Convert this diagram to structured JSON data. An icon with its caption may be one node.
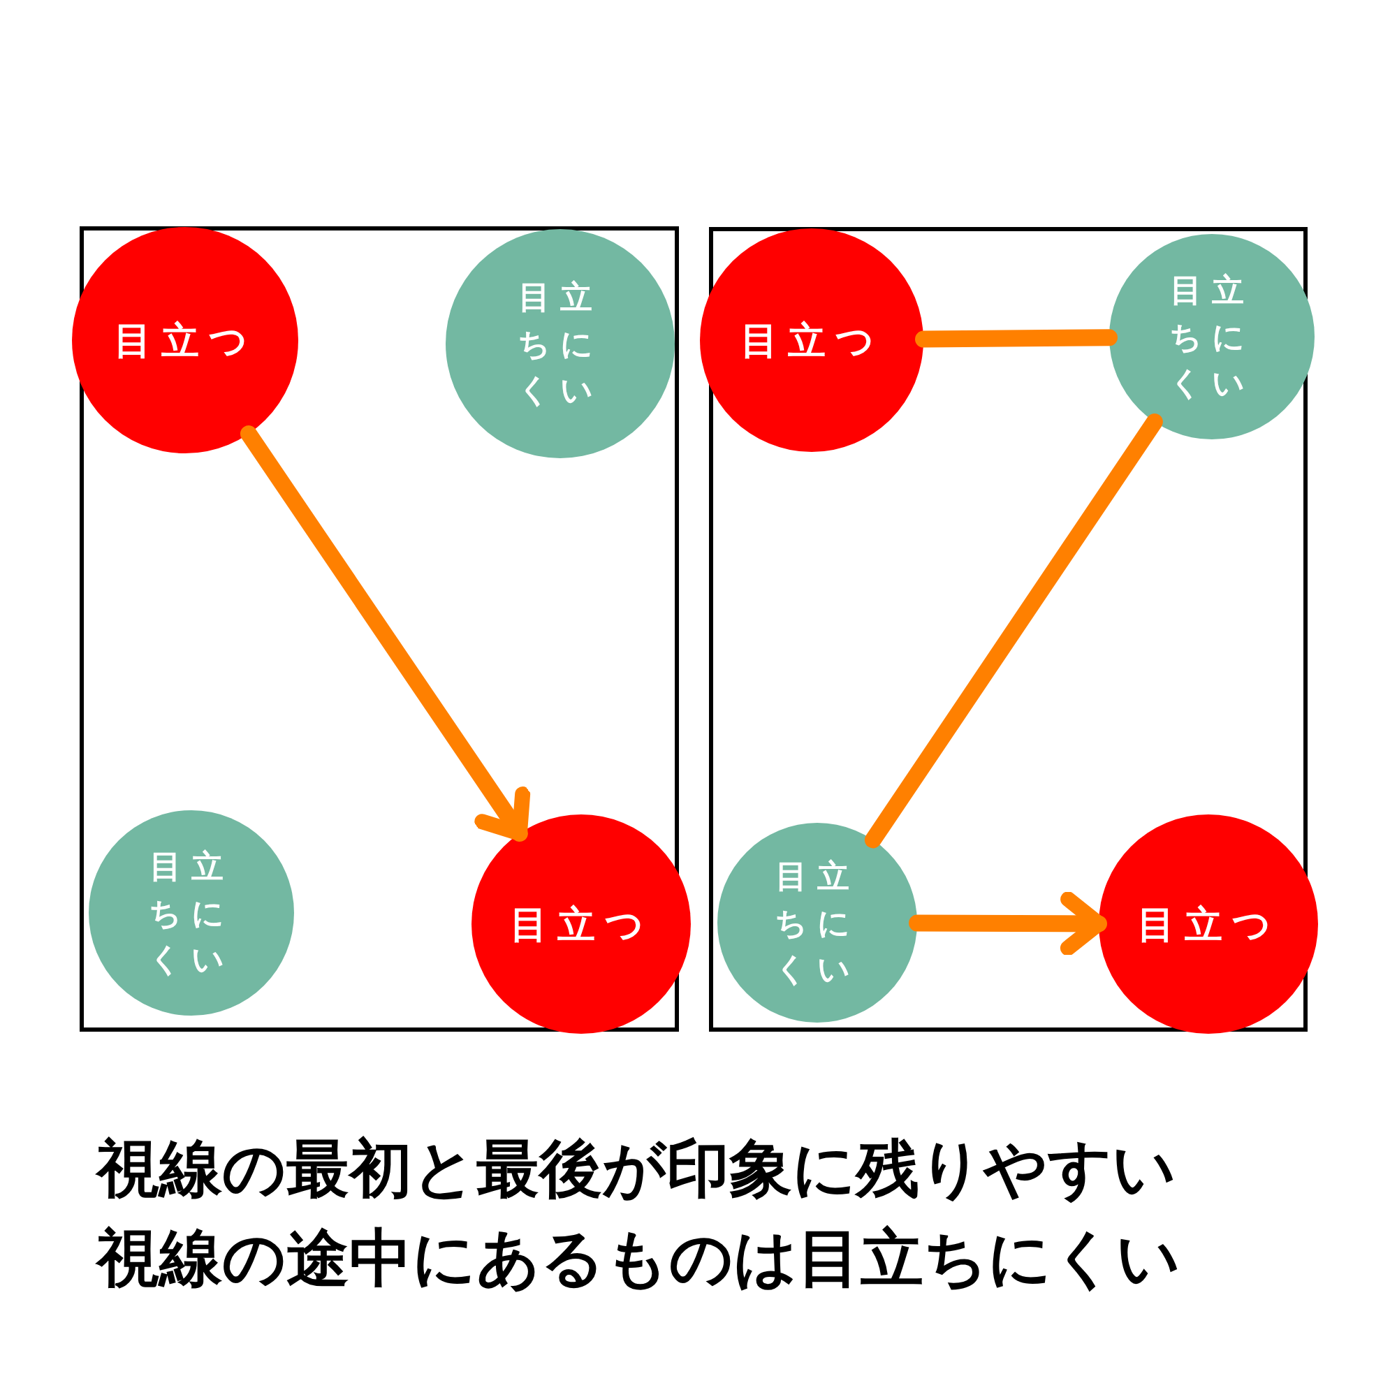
{
  "diagram": {
    "nodes": [
      {
        "text": [
          "目立つ"
        ]
      },
      {
        "text": [
          "目立ちにくい"
        ]
      },
      {
        "text": [
          "目立ちにくい"
        ]
      },
      {
        "text": [
          "目立つ"
        ]
      },
      {
        "text": [
          "目立つ"
        ]
      },
      {
        "text": [
          "目立ちにくい"
        ]
      },
      {
        "text": [
          "目立ちにくい"
        ]
      },
      {
        "text": [
          "目立つ"
        ]
      }
    ],
    "edges": [
      {
        "from": 0,
        "to": 3,
        "arrow": "to"
      },
      {
        "from": 4,
        "to": 5,
        "arrow": "none"
      },
      {
        "from": 5,
        "to": 6,
        "arrow": "none"
      },
      {
        "from": 6,
        "to": 7,
        "arrow": "to"
      }
    ],
    "labels": [
      "視線の最初と最後が印象に残りやすい",
      "視線の途中にあるものは目立ちにくい"
    ]
  }
}
